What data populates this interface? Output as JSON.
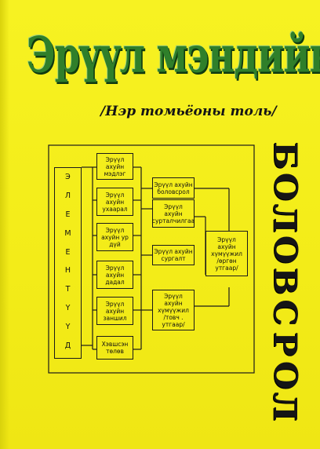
{
  "cover": {
    "title": "Эрүүл мэндийн",
    "subtitle": "/Нэр томьёоны толь/",
    "vertical_word_letters": [
      "Б",
      "О",
      "Л",
      "О",
      "В",
      "С",
      "Р",
      "О",
      "Л"
    ],
    "background_color": "#f4ee1c",
    "title_color": "#2f7f2a"
  },
  "diagram": {
    "elements_letters": [
      "Э",
      "Л",
      "Е",
      "М",
      "Е",
      "Н",
      "Т",
      "Ү",
      "Ү",
      "Д"
    ],
    "left_boxes": [
      "Эрүүл\nахуйн\nмэдлэг",
      "Эрүүл\nахуйн\nухаарал",
      "Эрүүл\nахуйн ур\nдүй",
      "Эрүүл\nахуйн\nдадал",
      "Эрүүл\nахуйн\nзаншил",
      "Хэвшсэн\nтөлөв"
    ],
    "middle_boxes": [
      "Эрүүл ахуйн\nболовсрол",
      "Эрүүл\nахуйн\nсурталчилгаа",
      "Эрүүл ахуйн\nсургалт",
      "Эрүүл\nахуйн\nхүмүүжил\n/товч .\nутгаар/"
    ],
    "right_box": "Эрүүл\nахуйн\nхүмүүжил\n/өргөн\nутгаар/"
  }
}
